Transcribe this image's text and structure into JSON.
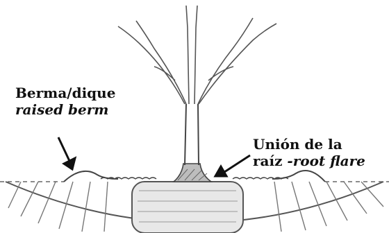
{
  "labels": {
    "berm": {
      "line1": "Berma/dique",
      "line2": "raised berm"
    },
    "root_flare": {
      "line1": "Unión de la",
      "line2_prefix": "raíz ",
      "line2_italic": "-root flare"
    }
  },
  "colors": {
    "ink": "#111111",
    "pencil": "#555555",
    "shade": "#8a8a8a"
  }
}
